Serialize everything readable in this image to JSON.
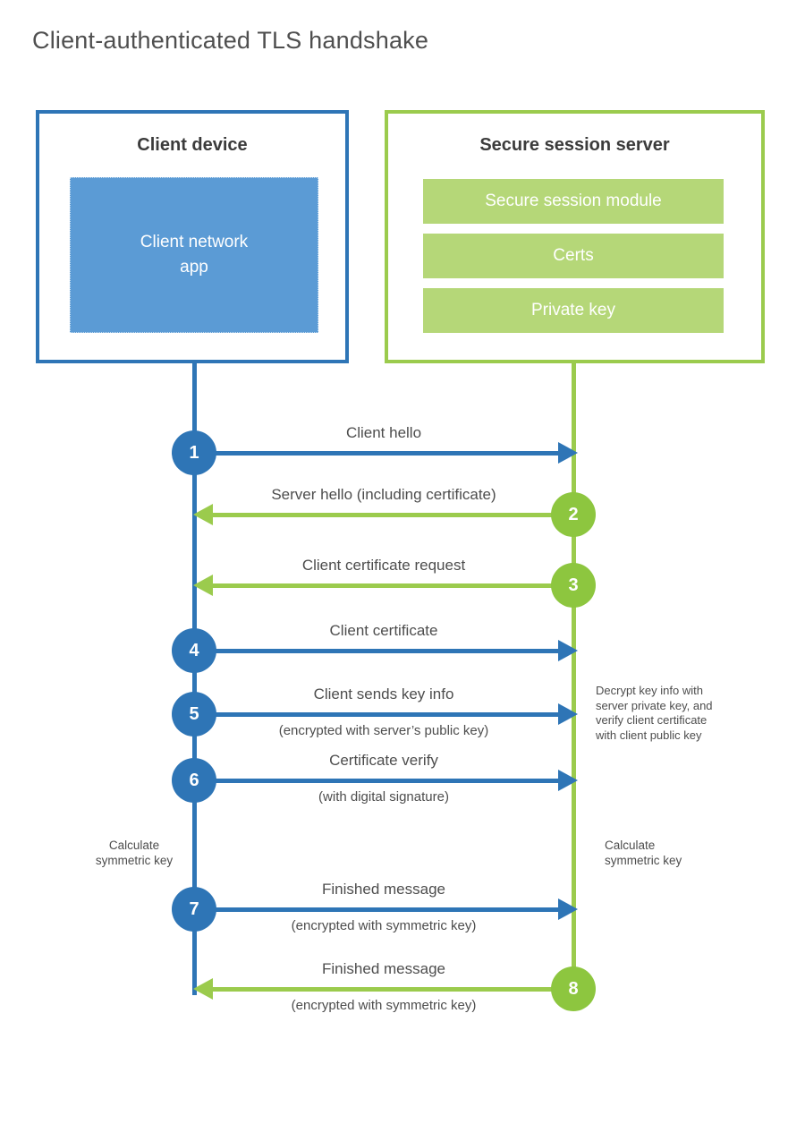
{
  "title": "Client-authenticated TLS handshake",
  "client": {
    "title": "Client device",
    "app_label": "Client network\napp"
  },
  "server": {
    "title": "Secure session server",
    "modules": [
      "Secure session module",
      "Certs",
      "Private key"
    ]
  },
  "steps": [
    {
      "number": "1",
      "label": "Client hello",
      "sublabel": "",
      "direction": "right"
    },
    {
      "number": "2",
      "label": "Server hello (including certificate)",
      "sublabel": "",
      "direction": "left"
    },
    {
      "number": "3",
      "label": "Client certificate request",
      "sublabel": "",
      "direction": "left"
    },
    {
      "number": "4",
      "label": "Client certificate",
      "sublabel": "",
      "direction": "right"
    },
    {
      "number": "5",
      "label": "Client sends key info",
      "sublabel": "(encrypted with server’s public key)",
      "direction": "right"
    },
    {
      "number": "6",
      "label": "Certificate verify",
      "sublabel": "(with digital signature)",
      "direction": "right"
    },
    {
      "number": "7",
      "label": "Finished message",
      "sublabel": "(encrypted with symmetric key)",
      "direction": "right"
    },
    {
      "number": "8",
      "label": "Finished message",
      "sublabel": "(encrypted with symmetric key)",
      "direction": "left"
    }
  ],
  "notes": {
    "decrypt": "Decrypt key info with\nserver private key, and\nverify client certificate\nwith client public key",
    "calc_client": "Calculate\nsymmetric key",
    "calc_server": "Calculate\nsymmetric key"
  },
  "colors": {
    "blue": "#2E75B6",
    "blue_fill": "#5B9BD5",
    "green": "#9BCB4D",
    "green_circle": "#8DC63F",
    "green_fill": "#B5D778"
  }
}
